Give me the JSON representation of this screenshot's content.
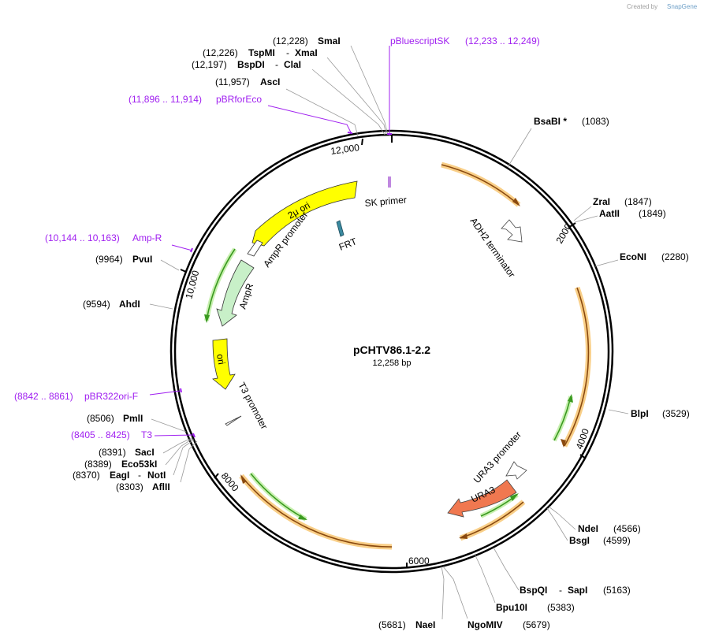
{
  "credit": {
    "text": "Created by",
    "brand": "SnapGene"
  },
  "plasmid": {
    "name": "pCHTV86.1-2.2",
    "size": "12,258 bp"
  },
  "ticks": [
    "2000",
    "4000",
    "6000",
    "8000",
    "10,000",
    "12,000"
  ],
  "enzymes": [
    {
      "name": "SmaI",
      "pos": "(12,228)"
    },
    {
      "name": "TspMI",
      "sep": "-",
      "name2": "XmaI",
      "pos": "(12,226)"
    },
    {
      "name": "BspDI",
      "sep": "-",
      "name2": "ClaI",
      "pos": "(12,197)"
    },
    {
      "name": "AscI",
      "pos": "(11,957)"
    },
    {
      "name": "BsaBI *",
      "pos": "(1083)"
    },
    {
      "name": "ZraI",
      "pos": "(1847)"
    },
    {
      "name": "AatII",
      "pos": "(1849)"
    },
    {
      "name": "EcoNI",
      "pos": "(2280)"
    },
    {
      "name": "BlpI",
      "pos": "(3529)"
    },
    {
      "name": "NdeI",
      "pos": "(4566)"
    },
    {
      "name": "BsgI",
      "pos": "(4599)"
    },
    {
      "name": "BspQI",
      "sep": "-",
      "name2": "SapI",
      "pos": "(5163)"
    },
    {
      "name": "Bpu10I",
      "pos": "(5383)"
    },
    {
      "name": "NgoMIV",
      "pos": "(5679)"
    },
    {
      "name": "NaeI",
      "pos": "(5681)"
    },
    {
      "name": "AflII",
      "pos": "(8303)"
    },
    {
      "name": "EagI",
      "sep": "-",
      "name2": "NotI",
      "pos": "(8370)"
    },
    {
      "name": "Eco53kI",
      "pos": "(8389)"
    },
    {
      "name": "SacI",
      "pos": "(8391)"
    },
    {
      "name": "PmlI",
      "pos": "(8506)"
    },
    {
      "name": "AhdI",
      "pos": "(9594)"
    },
    {
      "name": "PvuI",
      "pos": "(9964)"
    }
  ],
  "primers": [
    {
      "name": "pBluescriptSK",
      "range": "(12,233 .. 12,249)"
    },
    {
      "name": "pBRforEco",
      "range": "(11,896 .. 11,914)"
    },
    {
      "name": "Amp-R",
      "range": "(10,144 .. 10,163)"
    },
    {
      "name": "pBR322ori-F",
      "range": "(8842 .. 8861)"
    },
    {
      "name": "T3",
      "range": "(8405 .. 8425)"
    }
  ],
  "features": {
    "sk_primer": "SK primer",
    "adh2_terminator": "ADH2 terminator",
    "frt": "FRT",
    "two_micron_ori": "2μ ori",
    "ampr_promoter": "AmpR promoter",
    "ampr": "AmpR",
    "ori": "ori",
    "t3_promoter": "T3 promoter",
    "ura3_promoter": "URA3 promoter",
    "ura3": "URA3"
  },
  "colors": {
    "backbone": "#000000",
    "orf_orange": "#c06010",
    "orf_green": "#3a9a20",
    "ori_yellow": "#ffff00",
    "ampr_green": "#c8f0c8",
    "ura3_red": "#f07850",
    "primer_purple": "#a020f0",
    "frt_teal": "#3a8aa0"
  }
}
